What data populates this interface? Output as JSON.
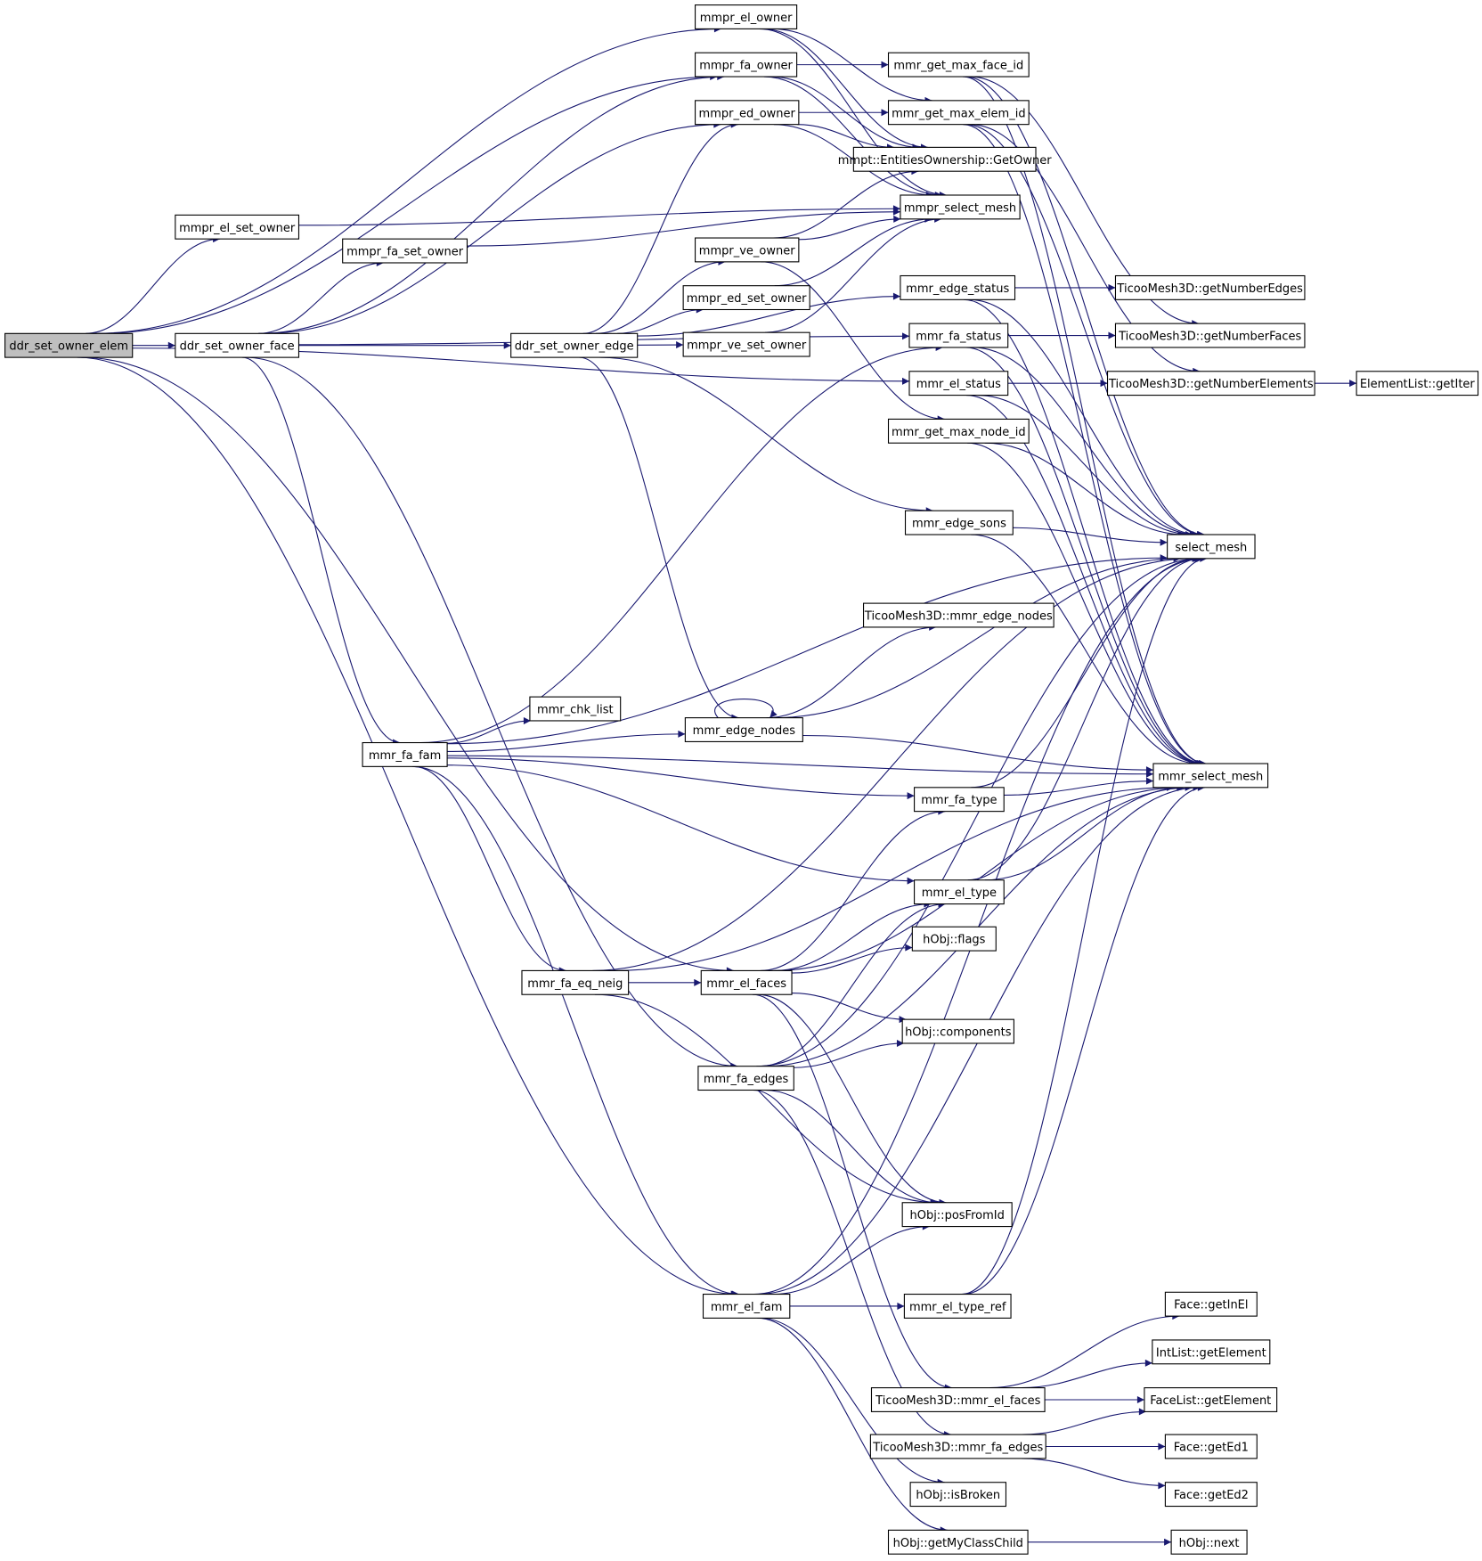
{
  "colors": {
    "edge": "#191970",
    "node_fill": "#ffffff",
    "root_fill": "#bfbfbf",
    "border_default": "#000000",
    "border_truncated": "#ff0000"
  },
  "nodes": {
    "ddr_set_owner_elem": {
      "label": "ddr_set_owner_elem",
      "root": true
    },
    "ddr_set_owner_face": {
      "label": "ddr_set_owner_face"
    },
    "ddr_set_owner_edge": {
      "label": "ddr_set_owner_edge"
    },
    "mmpr_el_owner": {
      "label": "mmpr_el_owner"
    },
    "mmpr_fa_owner": {
      "label": "mmpr_fa_owner"
    },
    "mmpr_ed_owner": {
      "label": "mmpr_ed_owner"
    },
    "mmpr_el_set_owner": {
      "label": "mmpr_el_set_owner"
    },
    "mmpr_fa_set_owner": {
      "label": "mmpr_fa_set_owner"
    },
    "mmpr_ve_owner": {
      "label": "mmpr_ve_owner"
    },
    "mmpr_ed_set_owner": {
      "label": "mmpr_ed_set_owner"
    },
    "mmpr_ve_set_owner": {
      "label": "mmpr_ve_set_owner"
    },
    "mmr_get_max_face_id": {
      "label": "mmr_get_max_face_id"
    },
    "mmr_get_max_elem_id": {
      "label": "mmr_get_max_elem_id"
    },
    "GetOwner": {
      "label": "mmpt::EntitiesOwnership::GetOwner"
    },
    "mmpr_select_mesh": {
      "label": "mmpr_select_mesh"
    },
    "mmr_edge_status": {
      "label": "mmr_edge_status"
    },
    "mmr_fa_status": {
      "label": "mmr_fa_status"
    },
    "mmr_el_status": {
      "label": "mmr_el_status"
    },
    "mmr_get_max_node_id": {
      "label": "mmr_get_max_node_id",
      "truncated": true
    },
    "mmr_edge_sons": {
      "label": "mmr_edge_sons"
    },
    "T_mmr_edge_nodes": {
      "label": "TicooMesh3D::mmr_edge_nodes",
      "truncated": true
    },
    "mmr_chk_list": {
      "label": "mmr_chk_list"
    },
    "mmr_edge_nodes": {
      "label": "mmr_edge_nodes"
    },
    "mmr_fa_fam": {
      "label": "mmr_fa_fam"
    },
    "mmr_fa_type": {
      "label": "mmr_fa_type"
    },
    "mmr_el_type": {
      "label": "mmr_el_type"
    },
    "hObj_flags": {
      "label": "hObj::flags"
    },
    "mmr_fa_eq_neig": {
      "label": "mmr_fa_eq_neig",
      "truncated": true
    },
    "mmr_el_faces": {
      "label": "mmr_el_faces"
    },
    "hObj_components": {
      "label": "hObj::components"
    },
    "mmr_fa_edges": {
      "label": "mmr_fa_edges"
    },
    "hObj_posFromId": {
      "label": "hObj::posFromId"
    },
    "mmr_el_fam": {
      "label": "mmr_el_fam"
    },
    "mmr_el_type_ref": {
      "label": "mmr_el_type_ref"
    },
    "T_mmr_el_faces": {
      "label": "TicooMesh3D::mmr_el_faces"
    },
    "T_mmr_fa_edges": {
      "label": "TicooMesh3D::mmr_fa_edges",
      "truncated": true
    },
    "hObj_isBroken": {
      "label": "hObj::isBroken"
    },
    "hObj_getMyClassChild": {
      "label": "hObj::getMyClassChild"
    },
    "getNumberEdges": {
      "label": "TicooMesh3D::getNumberEdges",
      "truncated": true
    },
    "getNumberFaces": {
      "label": "TicooMesh3D::getNumberFaces",
      "truncated": true
    },
    "getNumberElements": {
      "label": "TicooMesh3D::getNumberElements"
    },
    "ElementList_getIter": {
      "label": "ElementList::getIter"
    },
    "select_mesh": {
      "label": "select_mesh"
    },
    "mmr_select_mesh": {
      "label": "mmr_select_mesh"
    },
    "Face_getInEl": {
      "label": "Face::getInEl"
    },
    "IntList_getElement": {
      "label": "IntList::getElement"
    },
    "FaceList_getElement": {
      "label": "FaceList::getElement"
    },
    "Face_getEd1": {
      "label": "Face::getEd1"
    },
    "Face_getEd2": {
      "label": "Face::getEd2"
    },
    "hObj_next": {
      "label": "hObj::next"
    }
  },
  "edges": [
    [
      "ddr_set_owner_elem",
      "mmpr_el_owner"
    ],
    [
      "ddr_set_owner_elem",
      "mmpr_fa_owner"
    ],
    [
      "ddr_set_owner_elem",
      "mmpr_el_set_owner"
    ],
    [
      "ddr_set_owner_elem",
      "ddr_set_owner_face"
    ],
    [
      "ddr_set_owner_elem",
      "mmr_el_status"
    ],
    [
      "ddr_set_owner_elem",
      "mmr_el_faces"
    ],
    [
      "ddr_set_owner_elem",
      "mmr_el_fam"
    ],
    [
      "ddr_set_owner_face",
      "mmpr_fa_owner"
    ],
    [
      "ddr_set_owner_face",
      "mmpr_ed_owner"
    ],
    [
      "ddr_set_owner_face",
      "mmpr_fa_set_owner"
    ],
    [
      "ddr_set_owner_face",
      "ddr_set_owner_edge"
    ],
    [
      "ddr_set_owner_face",
      "mmr_fa_status"
    ],
    [
      "ddr_set_owner_face",
      "mmr_fa_fam"
    ],
    [
      "ddr_set_owner_face",
      "mmr_fa_edges"
    ],
    [
      "ddr_set_owner_edge",
      "mmpr_ed_owner"
    ],
    [
      "ddr_set_owner_edge",
      "mmpr_ve_owner"
    ],
    [
      "ddr_set_owner_edge",
      "mmpr_ed_set_owner"
    ],
    [
      "ddr_set_owner_edge",
      "mmpr_ve_set_owner"
    ],
    [
      "ddr_set_owner_edge",
      "mmr_edge_status"
    ],
    [
      "ddr_set_owner_edge",
      "mmr_edge_sons"
    ],
    [
      "ddr_set_owner_edge",
      "mmr_edge_nodes"
    ],
    [
      "mmpr_el_owner",
      "mmr_get_max_elem_id"
    ],
    [
      "mmpr_el_owner",
      "GetOwner"
    ],
    [
      "mmpr_el_owner",
      "mmpr_select_mesh"
    ],
    [
      "mmpr_fa_owner",
      "mmr_get_max_face_id"
    ],
    [
      "mmpr_fa_owner",
      "GetOwner"
    ],
    [
      "mmpr_fa_owner",
      "mmpr_select_mesh"
    ],
    [
      "mmpr_ed_owner",
      "mmr_get_max_elem_id"
    ],
    [
      "mmpr_ed_owner",
      "GetOwner"
    ],
    [
      "mmpr_ed_owner",
      "mmpr_select_mesh"
    ],
    [
      "mmpr_el_set_owner",
      "mmpr_select_mesh"
    ],
    [
      "mmpr_fa_set_owner",
      "mmpr_select_mesh"
    ],
    [
      "mmpr_ve_owner",
      "GetOwner"
    ],
    [
      "mmpr_ve_owner",
      "mmpr_select_mesh"
    ],
    [
      "mmpr_ve_owner",
      "mmr_get_max_node_id"
    ],
    [
      "mmpr_ed_set_owner",
      "mmpr_select_mesh"
    ],
    [
      "mmpr_ve_set_owner",
      "mmpr_select_mesh"
    ],
    [
      "mmr_get_max_face_id",
      "getNumberFaces"
    ],
    [
      "mmr_get_max_face_id",
      "select_mesh"
    ],
    [
      "mmr_get_max_face_id",
      "mmr_select_mesh"
    ],
    [
      "mmr_get_max_elem_id",
      "getNumberElements"
    ],
    [
      "mmr_get_max_elem_id",
      "select_mesh"
    ],
    [
      "mmr_get_max_elem_id",
      "mmr_select_mesh"
    ],
    [
      "mmr_edge_status",
      "getNumberEdges"
    ],
    [
      "mmr_edge_status",
      "select_mesh"
    ],
    [
      "mmr_edge_status",
      "mmr_select_mesh"
    ],
    [
      "mmr_fa_status",
      "getNumberFaces"
    ],
    [
      "mmr_fa_status",
      "select_mesh"
    ],
    [
      "mmr_fa_status",
      "mmr_select_mesh"
    ],
    [
      "mmr_el_status",
      "getNumberElements"
    ],
    [
      "mmr_el_status",
      "select_mesh"
    ],
    [
      "mmr_el_status",
      "mmr_select_mesh"
    ],
    [
      "getNumberElements",
      "ElementList_getIter"
    ],
    [
      "mmr_get_max_node_id",
      "select_mesh"
    ],
    [
      "mmr_get_max_node_id",
      "mmr_select_mesh"
    ],
    [
      "mmr_edge_sons",
      "select_mesh"
    ],
    [
      "mmr_edge_sons",
      "mmr_select_mesh"
    ],
    [
      "mmr_edge_nodes",
      "mmr_edge_nodes"
    ],
    [
      "mmr_edge_nodes",
      "T_mmr_edge_nodes"
    ],
    [
      "mmr_edge_nodes",
      "select_mesh"
    ],
    [
      "mmr_edge_nodes",
      "mmr_select_mesh"
    ],
    [
      "mmr_fa_fam",
      "mmr_chk_list"
    ],
    [
      "mmr_fa_fam",
      "mmr_edge_nodes"
    ],
    [
      "mmr_fa_fam",
      "mmr_fa_status"
    ],
    [
      "mmr_fa_fam",
      "select_mesh"
    ],
    [
      "mmr_fa_fam",
      "mmr_fa_type"
    ],
    [
      "mmr_fa_fam",
      "mmr_select_mesh"
    ],
    [
      "mmr_fa_fam",
      "mmr_el_type"
    ],
    [
      "mmr_fa_fam",
      "mmr_fa_eq_neig"
    ],
    [
      "mmr_fa_fam",
      "mmr_el_fam"
    ],
    [
      "mmr_fa_type",
      "select_mesh"
    ],
    [
      "mmr_fa_type",
      "mmr_select_mesh"
    ],
    [
      "mmr_el_type",
      "select_mesh"
    ],
    [
      "mmr_el_type",
      "mmr_select_mesh"
    ],
    [
      "mmr_fa_eq_neig",
      "select_mesh"
    ],
    [
      "mmr_fa_eq_neig",
      "mmr_el_faces"
    ],
    [
      "mmr_fa_eq_neig",
      "hObj_posFromId"
    ],
    [
      "mmr_fa_eq_neig",
      "mmr_select_mesh"
    ],
    [
      "mmr_el_faces",
      "mmr_fa_type"
    ],
    [
      "mmr_el_faces",
      "mmr_el_type"
    ],
    [
      "mmr_el_faces",
      "hObj_flags"
    ],
    [
      "mmr_el_faces",
      "hObj_components"
    ],
    [
      "mmr_el_faces",
      "mmr_select_mesh"
    ],
    [
      "mmr_el_faces",
      "hObj_posFromId"
    ],
    [
      "mmr_el_faces",
      "T_mmr_el_faces"
    ],
    [
      "mmr_fa_edges",
      "mmr_el_type"
    ],
    [
      "mmr_fa_edges",
      "hObj_components"
    ],
    [
      "mmr_fa_edges",
      "select_mesh"
    ],
    [
      "mmr_fa_edges",
      "mmr_select_mesh"
    ],
    [
      "mmr_fa_edges",
      "hObj_posFromId"
    ],
    [
      "mmr_fa_edges",
      "T_mmr_fa_edges"
    ],
    [
      "mmr_el_fam",
      "select_mesh"
    ],
    [
      "mmr_el_fam",
      "hObj_posFromId"
    ],
    [
      "mmr_el_fam",
      "mmr_el_type_ref"
    ],
    [
      "mmr_el_fam",
      "mmr_select_mesh"
    ],
    [
      "mmr_el_fam",
      "hObj_isBroken"
    ],
    [
      "mmr_el_fam",
      "hObj_getMyClassChild"
    ],
    [
      "mmr_el_type_ref",
      "select_mesh"
    ],
    [
      "mmr_el_type_ref",
      "mmr_select_mesh"
    ],
    [
      "T_mmr_el_faces",
      "Face_getInEl"
    ],
    [
      "T_mmr_el_faces",
      "IntList_getElement"
    ],
    [
      "T_mmr_el_faces",
      "FaceList_getElement"
    ],
    [
      "T_mmr_fa_edges",
      "FaceList_getElement"
    ],
    [
      "T_mmr_fa_edges",
      "Face_getEd1"
    ],
    [
      "T_mmr_fa_edges",
      "Face_getEd2"
    ],
    [
      "hObj_getMyClassChild",
      "hObj_next"
    ]
  ]
}
